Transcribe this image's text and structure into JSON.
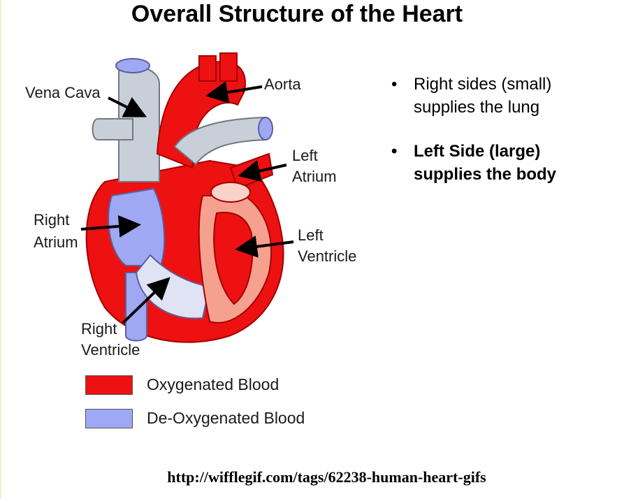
{
  "title": "Overall Structure of the Heart",
  "labels": {
    "vena_cava": "Vena Cava",
    "aorta": "Aorta",
    "left_atrium_1": "Left",
    "left_atrium_2": "Atrium",
    "right_atrium_1": "Right",
    "right_atrium_2": "Atrium",
    "left_ventricle_1": "Left",
    "left_ventricle_2": "Ventricle",
    "right_ventricle_1": "Right",
    "right_ventricle_2": "Ventricle"
  },
  "bullets": [
    {
      "line1": "Right sides (small)",
      "line2": "supplies the lung",
      "bold": false
    },
    {
      "line1": "Left Side (large)",
      "line2": "supplies the body",
      "bold": true
    }
  ],
  "bullet_char": "•",
  "legend": [
    {
      "label": "Oxygenated Blood",
      "color": "#ee1111"
    },
    {
      "label": "De-Oxygenated Blood",
      "color": "#9fa8f2"
    }
  ],
  "source_url": "http://wifflegif.com/tags/62238-human-heart-gifs",
  "colors": {
    "oxygenated": "#ee1111",
    "deoxygenated": "#9fa8f2",
    "vessel_grey": "#c8cfd8",
    "muscle_pink": "#f6a090"
  }
}
